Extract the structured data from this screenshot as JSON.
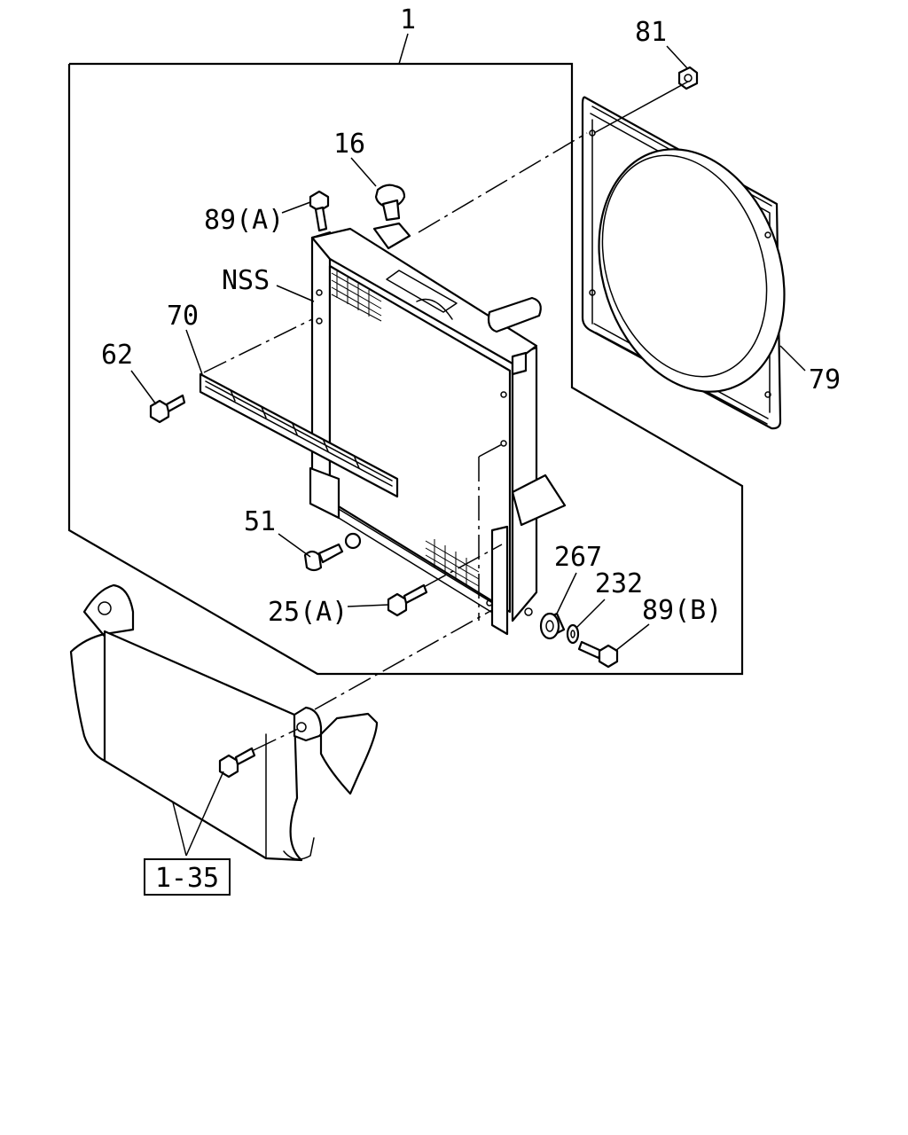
{
  "diagram": {
    "callouts": {
      "c1": "1",
      "c81": "81",
      "c16": "16",
      "c89a": "89(A)",
      "cnss": "NSS",
      "c70": "70",
      "c62": "62",
      "c79": "79",
      "c51": "51",
      "c267": "267",
      "c232": "232",
      "c89b": "89(B)",
      "c25a": "25(A)"
    },
    "reference": "1-35",
    "parts": [
      "radiator-assembly",
      "fan-shroud",
      "radiator-cap",
      "bracket-strip",
      "intercooler",
      "bolts",
      "rubber-mount",
      "washer"
    ]
  }
}
